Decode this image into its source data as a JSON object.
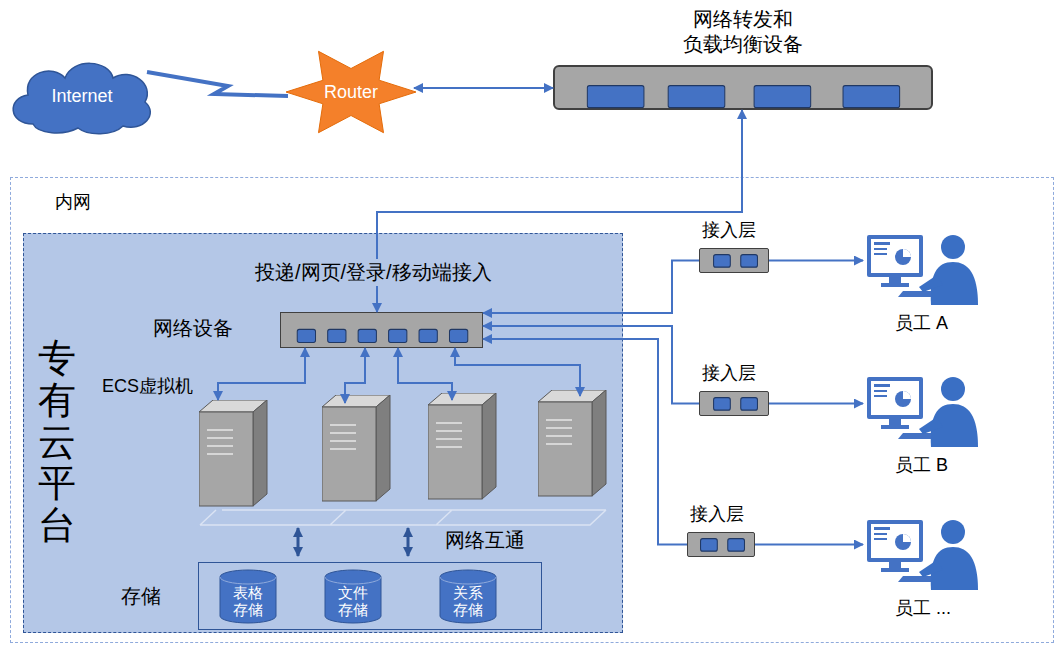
{
  "diagram": {
    "nodes": [
      {
        "text": [
          "Internet"
        ]
      },
      {
        "text": [
          "Router"
        ]
      },
      {
        "text": [
          "网络转发和 负载均衡设备"
        ]
      },
      {
        "text": [
          "内网"
        ]
      },
      {
        "text": [
          "专有云平台"
        ],
        "in": 3
      },
      {
        "text": [
          "网络设备"
        ],
        "in": 4
      },
      {
        "text": [
          "ECS虚拟机"
        ],
        "in": 4
      },
      {
        "text": [
          "存储"
        ],
        "in": 4
      },
      {
        "text": [
          "表格存储"
        ],
        "in": 7
      },
      {
        "text": [
          "文件存储"
        ],
        "in": 7
      },
      {
        "text": [
          "关系存储"
        ],
        "in": 7
      },
      {
        "text": [
          "接入层"
        ],
        "in": 3
      },
      {
        "text": [
          "接入层"
        ],
        "in": 3
      },
      {
        "text": [
          "接入层"
        ],
        "in": 3
      },
      {
        "text": [
          "员工 A"
        ],
        "in": 3
      },
      {
        "text": [
          "员工 B"
        ],
        "in": 3
      },
      {
        "text": [
          "员工 ..."
        ],
        "in": 3
      }
    ],
    "edges": [
      {
        "from": 0,
        "to": 1,
        "arrow": "none"
      },
      {
        "from": 1,
        "to": 2,
        "arrow": "both"
      },
      {
        "from": 5,
        "to": 2,
        "arrow": "both",
        "label": "投递/网页/登录/移动端接入"
      },
      {
        "from": 5,
        "to": 6,
        "arrow": "both"
      },
      {
        "from": 11,
        "to": 5,
        "arrow": "to"
      },
      {
        "from": 12,
        "to": 5,
        "arrow": "to"
      },
      {
        "from": 13,
        "to": 5,
        "arrow": "to"
      },
      {
        "from": 11,
        "to": 14,
        "arrow": "to"
      },
      {
        "from": 12,
        "to": 15,
        "arrow": "to"
      },
      {
        "from": 13,
        "to": 16,
        "arrow": "to"
      }
    ],
    "labels": [
      "网络互通"
    ]
  }
}
